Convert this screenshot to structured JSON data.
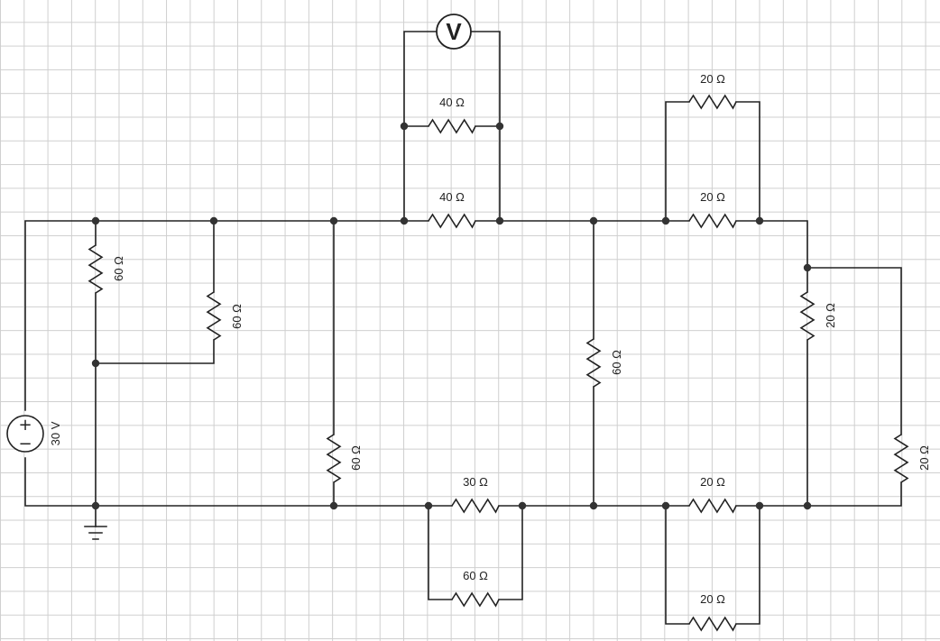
{
  "source": {
    "label": "30 V",
    "plus": "+",
    "minus": "−"
  },
  "voltmeter": {
    "symbol": "V"
  },
  "resistors": {
    "left_vertical": "60 Ω",
    "left_branch": "60 Ω",
    "middle_vertical": "60 Ω",
    "top_parallel_upper": "40 Ω",
    "top_parallel_lower": "40 Ω",
    "center_vertical": "60 Ω",
    "top_right_upper": "20 Ω",
    "top_right_lower": "20 Ω",
    "right_vertical": "20 Ω",
    "far_right_vertical": "20 Ω",
    "bottom_series_upper": "30 Ω",
    "bottom_series_lower": "60 Ω",
    "bottom_right_upper": "20 Ω",
    "bottom_right_lower": "20 Ω"
  }
}
